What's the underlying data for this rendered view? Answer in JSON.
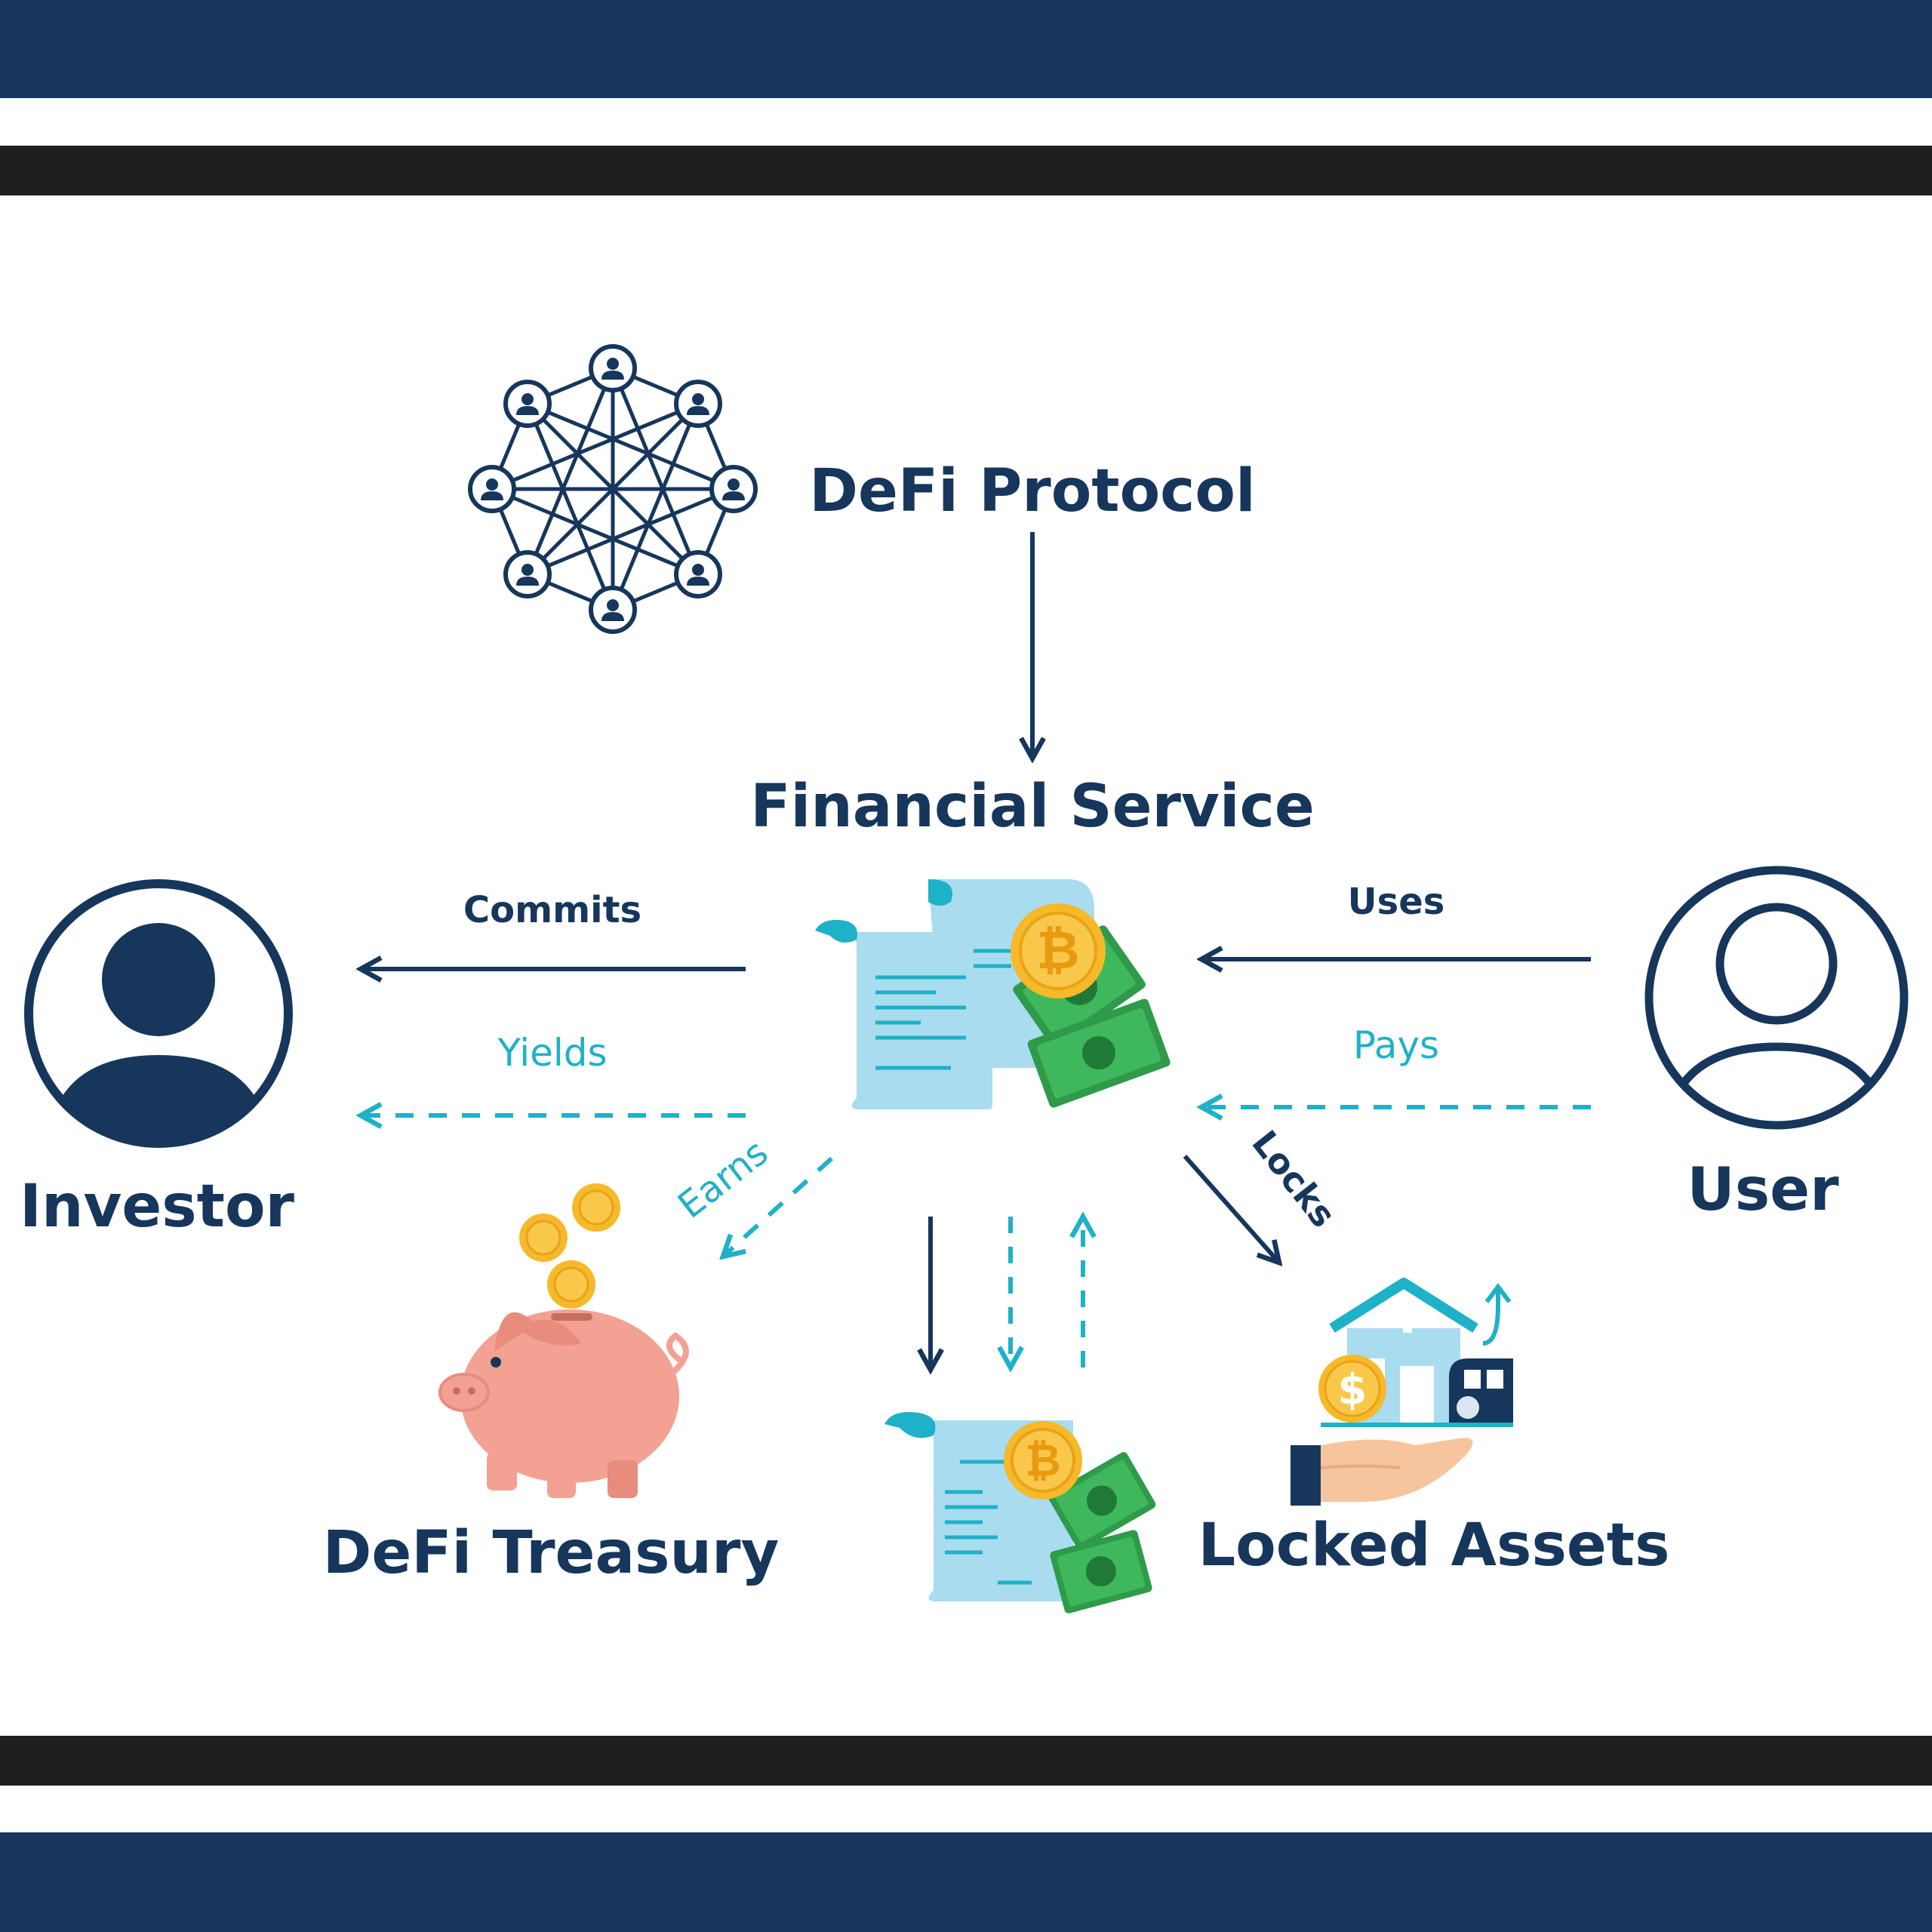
{
  "colors": {
    "navy": "#16365c",
    "black_band": "#1f1f1f",
    "teal": "#1fb1c7",
    "paper": "#a9dcef",
    "money": "#2e9a4a",
    "coin": "#f6b92a",
    "pig": "#f3a193",
    "skin": "#f6c59e"
  },
  "nodes": {
    "protocol": {
      "label": "DeFi Protocol",
      "icon": "network-people-icon"
    },
    "service": {
      "label": "Financial Service",
      "icon": "receipt-bitcoin-money-icon"
    },
    "investor": {
      "label": "Investor",
      "icon": "person-filled-icon"
    },
    "user": {
      "label": "User",
      "icon": "person-outline-icon"
    },
    "treasury": {
      "label": "DeFi Treasury",
      "icon": "piggy-bank-icon"
    },
    "receipt": {
      "icon": "receipt-bitcoin-money-icon"
    },
    "locked": {
      "label": "Locked Assets",
      "icon": "hand-assets-icon"
    }
  },
  "edges": {
    "commits": "Commits",
    "yields": "Yields",
    "uses": "Uses",
    "pays": "Pays",
    "earns": "Earns",
    "locks": "Locks"
  }
}
